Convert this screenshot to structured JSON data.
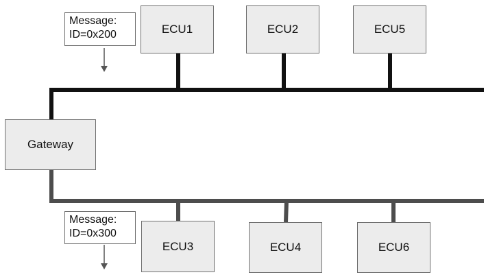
{
  "colors": {
    "upper_bus": "#111111",
    "lower_bus": "#4d4d4d",
    "box_fill": "#ececec",
    "box_border": "#6e6e6e",
    "arrow": "#555555"
  },
  "upper_message": {
    "line1": "Message:",
    "line2": "ID=0x200"
  },
  "lower_message": {
    "line1": "Message:",
    "line2": "ID=0x300"
  },
  "gateway": {
    "label": "Gateway"
  },
  "upper_ecus": [
    {
      "label": "ECU1"
    },
    {
      "label": "ECU2"
    },
    {
      "label": "ECU5"
    }
  ],
  "lower_ecus": [
    {
      "label": "ECU3"
    },
    {
      "label": "ECU4"
    },
    {
      "label": "ECU6"
    }
  ]
}
